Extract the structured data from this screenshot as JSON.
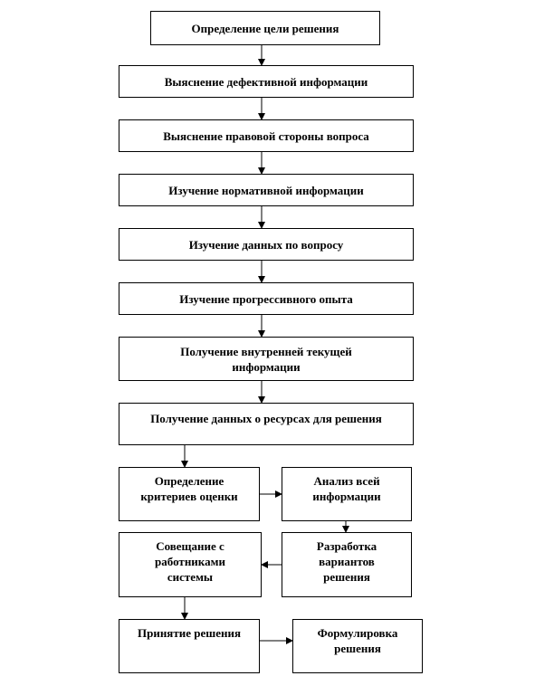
{
  "colors": {
    "line": "#000000",
    "box_border": "#000000",
    "box_fill": "#ffffff",
    "text": "#000000"
  },
  "steps": {
    "define_goal": "Определение цели решения",
    "defective_info": "Выяснение дефективной информации",
    "legal_side": "Выяснение правовой стороны вопроса",
    "normative_info": "Изучение нормативной информации",
    "issue_data": "Изучение данных по вопросу",
    "progressive_experience": "Изучение прогрессивного опыта",
    "internal_info": "Получение внутренней текущей\nинформации",
    "resources_data": "Получение данных о ресурсах для решения",
    "criteria": "Определение\nкритериев оценки",
    "analysis": "Анализ всей\nинформации",
    "alternatives": "Разработка\nвариантов\nрешения",
    "meeting": "Совещание с\nработниками\nсистемы",
    "decision": "Принятие решения",
    "formulation": "Формулировка\nрешения"
  }
}
